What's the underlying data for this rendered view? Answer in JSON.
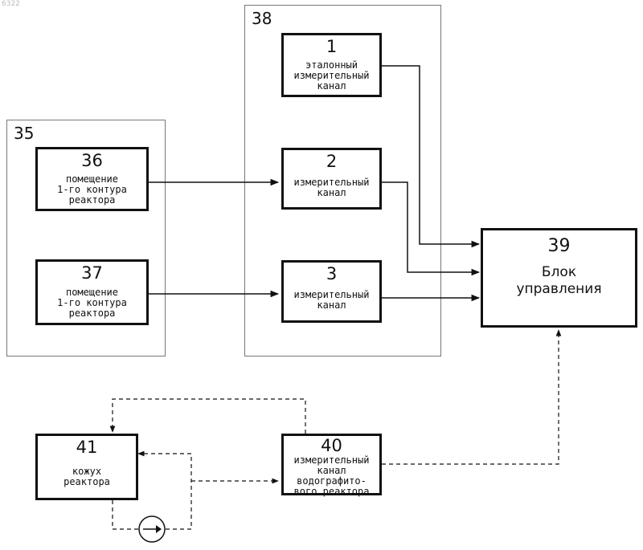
{
  "watermark": "6322",
  "groups": {
    "g35": "35",
    "g38": "38"
  },
  "blocks": {
    "b1": {
      "num": "1",
      "label": "эталонный\nизмерительный\nканал"
    },
    "b2": {
      "num": "2",
      "label": "измерительный\nканал"
    },
    "b3": {
      "num": "3",
      "label": "измерительный\nканал"
    },
    "b36": {
      "num": "36",
      "label": "помещение\n1-го контура\nреактора"
    },
    "b37": {
      "num": "37",
      "label": "помещение\n1-го контура\nреактора"
    },
    "b39": {
      "num": "39",
      "label": "Блок\nуправления"
    },
    "b40": {
      "num": "40",
      "label": "измерительный\nканал\nводографито-\nвого реактора"
    },
    "b41": {
      "num": "41",
      "label": "кожух\nреактора"
    }
  },
  "colors": {
    "line": "#111111",
    "group_border": "#777777"
  }
}
